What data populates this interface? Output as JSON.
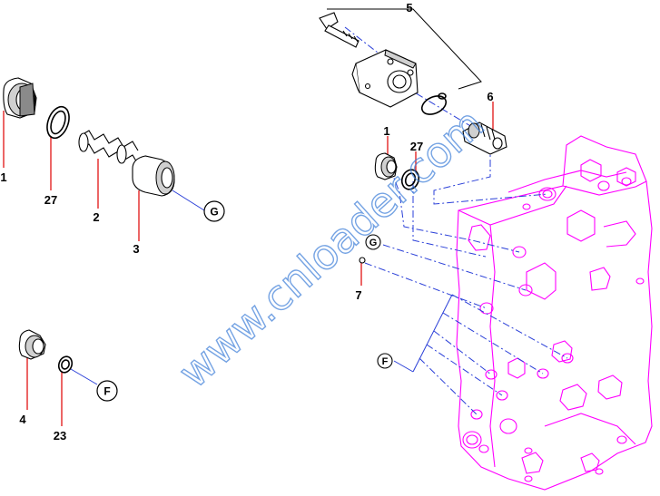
{
  "diagram": {
    "watermark": "www.cnloader.com",
    "colors": {
      "leader": "#e00000",
      "flow": "#2a3fd8",
      "valve_body": "#ff00ff",
      "watermark": "#3b7dd8"
    },
    "part_numbers": {
      "p1_left": "1",
      "p27_left": "27",
      "p2": "2",
      "p3": "3",
      "p4": "4",
      "p23": "23",
      "p5": "5",
      "p6": "6",
      "p1_right": "1",
      "p27_right": "27",
      "p7": "7"
    },
    "references": {
      "g_left": "G",
      "f_left": "F",
      "g_right": "G",
      "f_right": "F"
    }
  }
}
